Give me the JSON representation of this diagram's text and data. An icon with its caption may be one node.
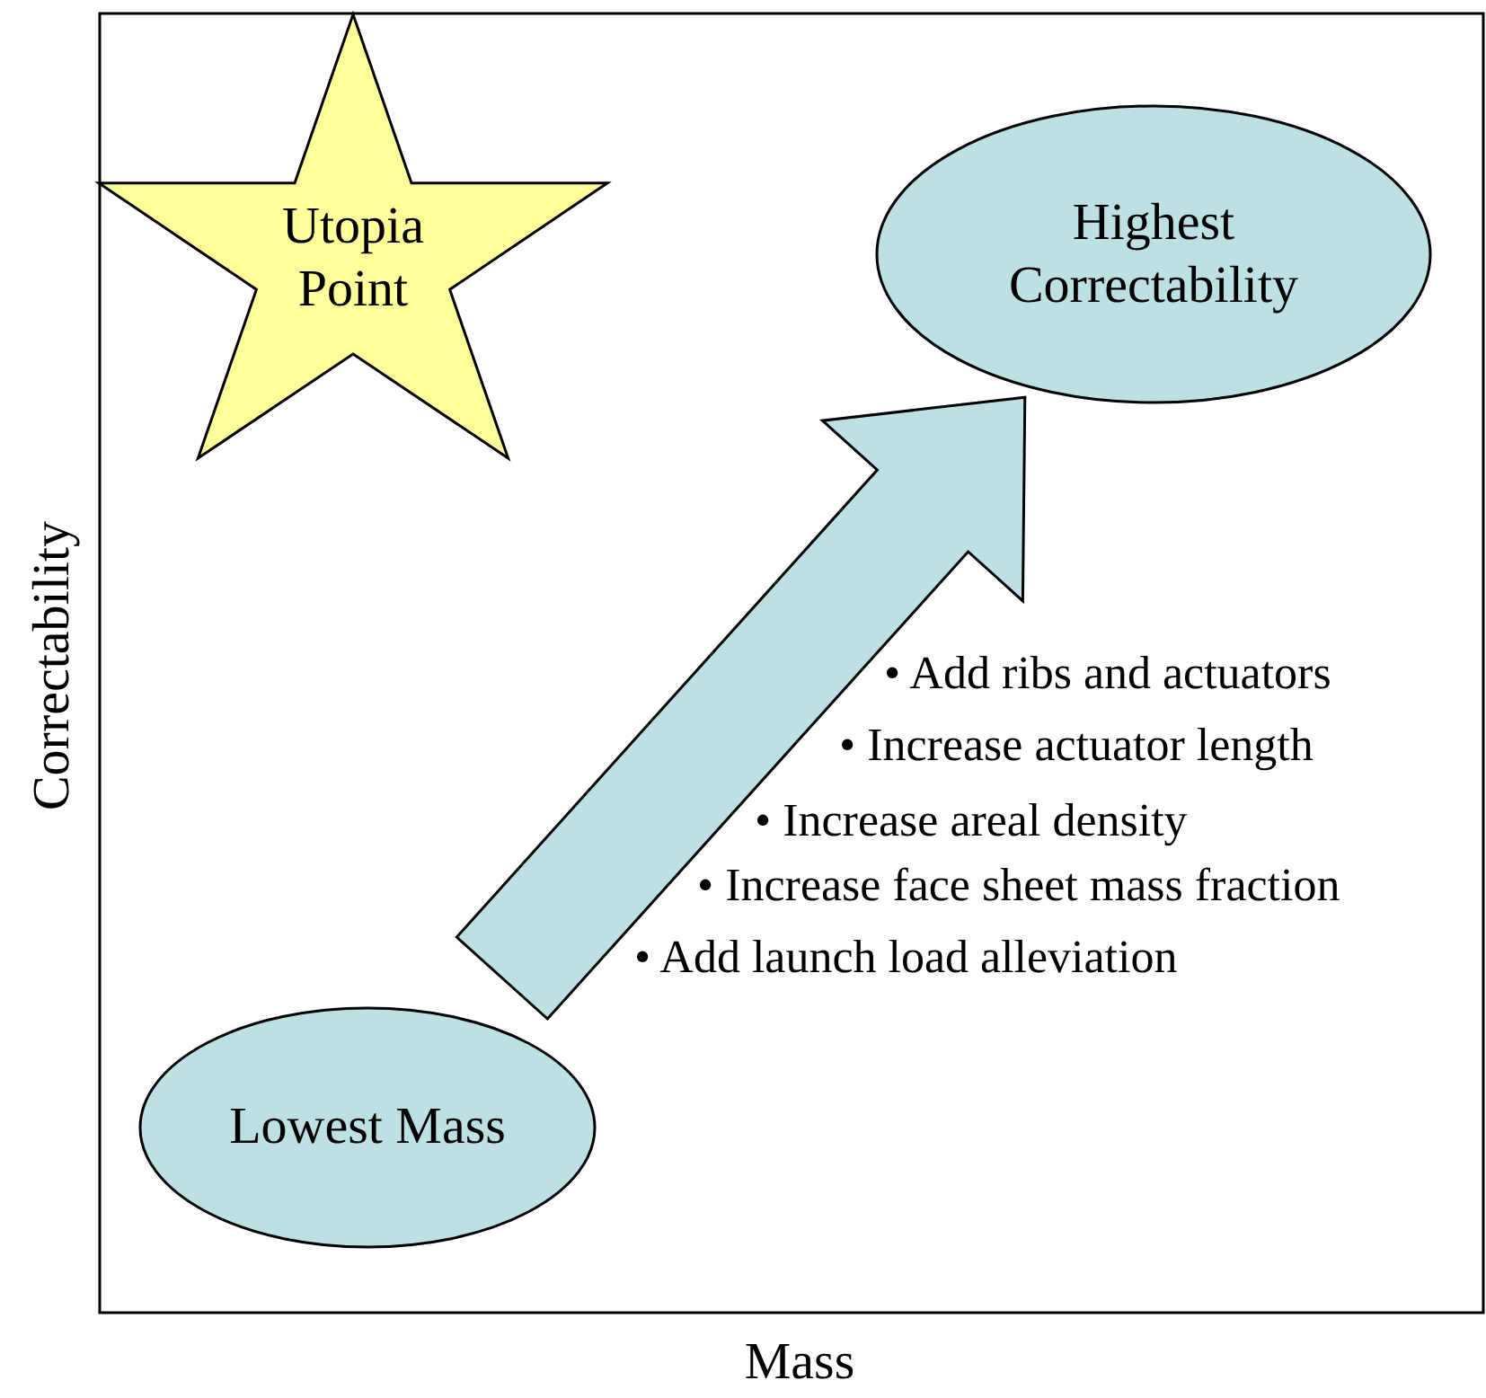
{
  "diagram": {
    "nodes": [
      {
        "text": [
          "Utopia Point"
        ]
      },
      {
        "text": [
          "Highest Correctability"
        ]
      },
      {
        "text": [
          "Lowest Mass"
        ]
      }
    ],
    "edges": [
      {
        "from": 2,
        "to": 1,
        "arrow": "to",
        "style": "thick"
      }
    ],
    "labels": [
      "• Add ribs and actuators",
      "• Increase actuator length",
      "• Increase areal density",
      "• Increase face sheet mass fraction",
      "• Add launch load alleviation",
      "Correctability",
      "Mass"
    ]
  }
}
